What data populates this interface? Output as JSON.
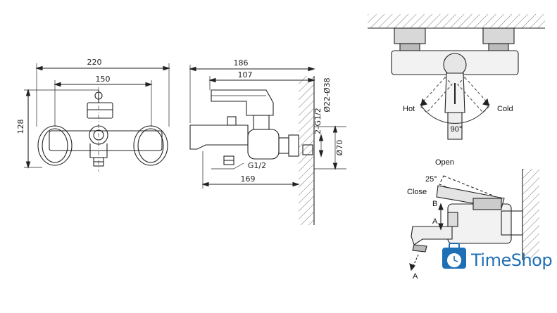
{
  "dimensions": {
    "front_width": "220",
    "front_inner_width": "150",
    "front_height": "128",
    "side_depth": "186",
    "side_body": "107",
    "side_spout": "169",
    "inlet_thread": "2-G1/2",
    "outlet_thread": "G1/2",
    "pipe_diameters": "Ø22-Ø38",
    "flange_diameter": "Ø70"
  },
  "labels": {
    "hot": "Hot",
    "cold": "Cold",
    "rotation": "90°",
    "open": "Open",
    "angle": "25°",
    "close": "Close",
    "arrow_b": "B",
    "arrow_a": "A",
    "outlet_a": "A"
  },
  "watermark": {
    "brand_part1": "Time",
    "brand_part2": "Shop",
    "color": "#1f6fb5"
  }
}
